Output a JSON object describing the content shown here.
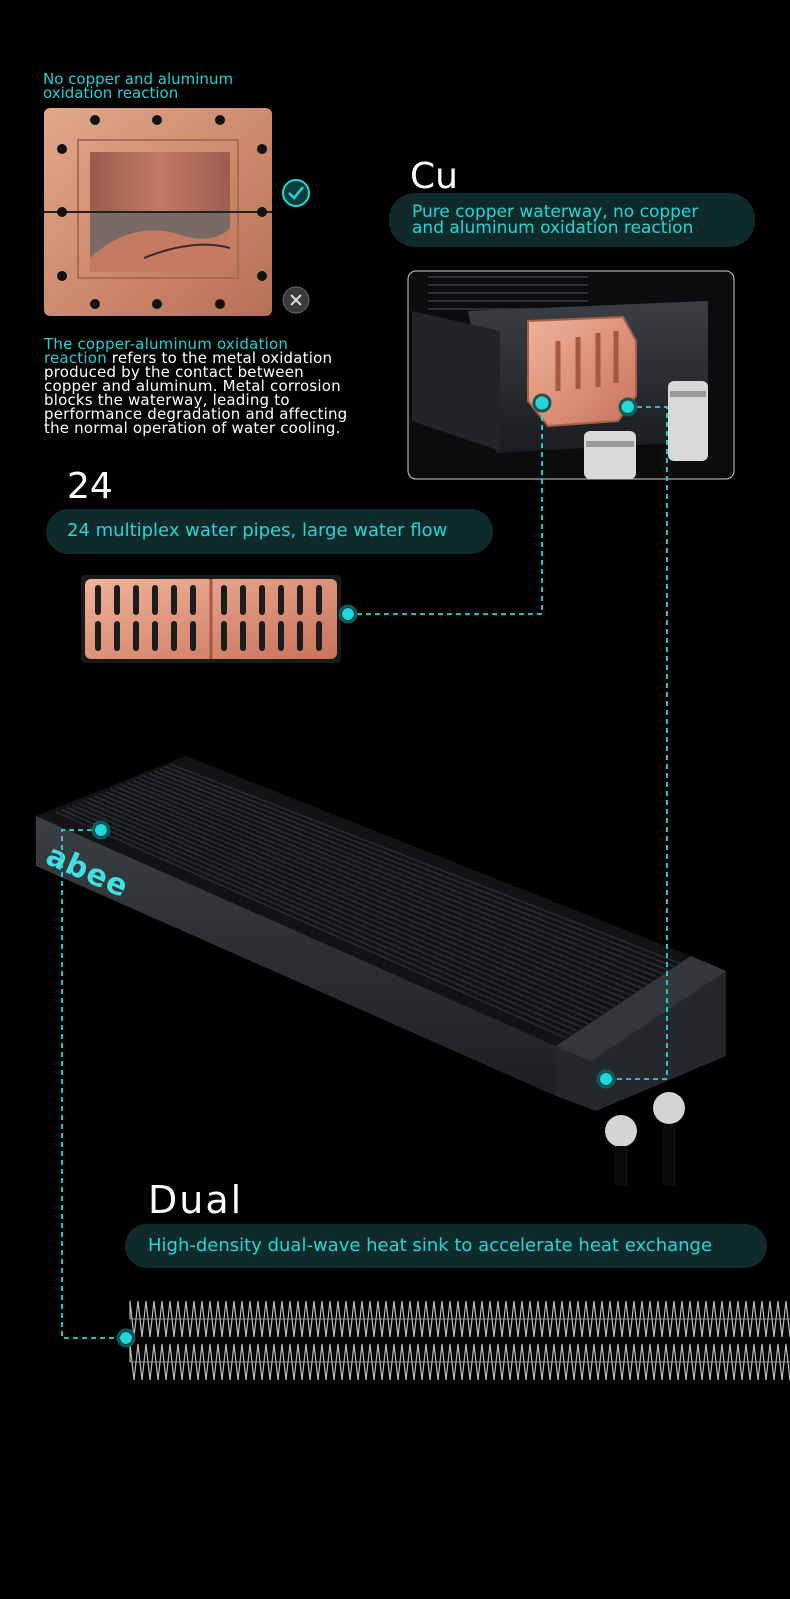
{
  "colors": {
    "accent": "#1fd8da",
    "pill_bg": "#0e2a2a",
    "copper": "#d98a70"
  },
  "top_left": {
    "caption_line1": "No copper and aluminum",
    "caption_line2": "oxidation reaction",
    "check_icon": "check-circle-icon",
    "cross_icon": "x-circle-icon"
  },
  "explain": {
    "highlight_line1": "The copper-aluminum oxidation",
    "highlight_line2": "reaction",
    "line2_rest": " refers to the metal oxidation",
    "line3": "produced by the contact between",
    "line4": "copper and aluminum. Metal corrosion",
    "line5": "blocks the waterway, leading to",
    "line6": "performance degradation and affecting",
    "line7": "the normal operation of water cooling."
  },
  "cu": {
    "title": "Cu",
    "pill_line1": "Pure copper waterway, no copper",
    "pill_line2": "and aluminum oxidation reaction"
  },
  "pipes": {
    "title": "24",
    "pill": "24 multiplex water pipes, large water flow"
  },
  "radiator": {
    "brand": "abee"
  },
  "dual": {
    "title": "Dual",
    "pill": "High-density dual-wave heat sink to accelerate heat exchange"
  }
}
